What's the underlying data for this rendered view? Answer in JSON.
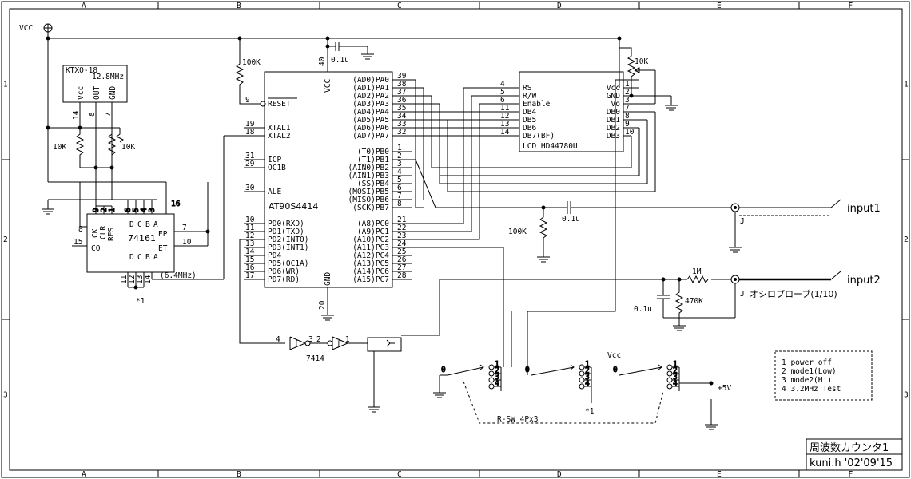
{
  "border": {
    "columns": [
      "A",
      "B",
      "C",
      "D",
      "E",
      "F"
    ],
    "rows": [
      "1",
      "2",
      "3"
    ]
  },
  "title_block": {
    "title": "周波数カウンタ1",
    "author_date": "kuni.h '02'09'15"
  },
  "power": {
    "vcc": "VCC",
    "vcc_switch": "Vcc",
    "plus5v": "+5V"
  },
  "crystal": {
    "name": "KTXO-18",
    "freq": "12.8MHz",
    "pins": [
      "Vcc",
      "OUT",
      "GND"
    ],
    "pin_nums": [
      "14",
      "8",
      "7"
    ]
  },
  "counter": {
    "name": "74161",
    "left_pins": [
      "CK",
      "CLR",
      "RES"
    ],
    "top_pins": [
      "9",
      "2",
      "1",
      "6",
      "5",
      "4",
      "3",
      "16"
    ],
    "right_pins": [
      "EP",
      "ET"
    ],
    "right_nums": [
      "7",
      "10"
    ],
    "co": "CO",
    "co_num": "15",
    "data_pins": [
      "D",
      "C",
      "B",
      "A"
    ],
    "q_pins": [
      "D",
      "C",
      "B",
      "A"
    ],
    "bottom_nums": [
      "11",
      "12",
      "13",
      "14"
    ],
    "pin8": "8",
    "out_label": "(6.4MHz)",
    "star": "*1"
  },
  "resistors": {
    "r100k_pullup": "100K",
    "r10k_a": "10K",
    "r10k_b": "10K",
    "pot": "10K",
    "r100k_in": "100K",
    "r1m": "1M",
    "r470k": "470K"
  },
  "capacitors": {
    "c_vcc": "0.1u",
    "c_in1": "0.1u",
    "c_in2": "0.1u"
  },
  "mcu": {
    "name": "AT90S4414",
    "vcc_label": "VCC",
    "vcc_pin": "40",
    "gnd_label": "GND",
    "gnd_pin": "20",
    "left_pins": [
      {
        "num": "9",
        "name": "RESET"
      },
      {
        "num": "19",
        "name": "XTAL1"
      },
      {
        "num": "18",
        "name": "XTAL2"
      },
      {
        "num": "31",
        "name": "ICP"
      },
      {
        "num": "29",
        "name": "OC1B"
      },
      {
        "num": "30",
        "name": "ALE"
      },
      {
        "num": "10",
        "name": "PD0(RXD)"
      },
      {
        "num": "11",
        "name": "PD1(TXD)"
      },
      {
        "num": "12",
        "name": "PD2(INT0)"
      },
      {
        "num": "13",
        "name": "PD3(INT1)"
      },
      {
        "num": "14",
        "name": "PD4"
      },
      {
        "num": "15",
        "name": "PD5(OC1A)"
      },
      {
        "num": "16",
        "name": "PD6(WR)"
      },
      {
        "num": "17",
        "name": "PD7(RD)"
      }
    ],
    "right_pins": [
      {
        "num": "39",
        "name": "(AD0)PA0"
      },
      {
        "num": "38",
        "name": "(AD1)PA1"
      },
      {
        "num": "37",
        "name": "(AD2)PA2"
      },
      {
        "num": "36",
        "name": "(AD3)PA3"
      },
      {
        "num": "35",
        "name": "(AD4)PA4"
      },
      {
        "num": "34",
        "name": "(AD5)PA5"
      },
      {
        "num": "33",
        "name": "(AD6)PA6"
      },
      {
        "num": "32",
        "name": "(AD7)PA7"
      },
      {
        "num": "1",
        "name": "(T0)PB0"
      },
      {
        "num": "2",
        "name": "(T1)PB1"
      },
      {
        "num": "3",
        "name": "(AIN0)PB2"
      },
      {
        "num": "4",
        "name": "(AIN1)PB3"
      },
      {
        "num": "5",
        "name": "(SS)PB4"
      },
      {
        "num": "6",
        "name": "(MOSI)PB5"
      },
      {
        "num": "7",
        "name": "(MISO)PB6"
      },
      {
        "num": "8",
        "name": "(SCK)PB7"
      },
      {
        "num": "21",
        "name": "(A8)PC0"
      },
      {
        "num": "22",
        "name": "(A9)PC1"
      },
      {
        "num": "23",
        "name": "(A10)PC2"
      },
      {
        "num": "24",
        "name": "(A11)PC3"
      },
      {
        "num": "25",
        "name": "(A12)PC4"
      },
      {
        "num": "26",
        "name": "(A13)PC5"
      },
      {
        "num": "27",
        "name": "(A14)PC6"
      },
      {
        "num": "28",
        "name": "(A15)PC7"
      }
    ]
  },
  "lcd": {
    "name": "LCD HD44780U",
    "left_pins": [
      {
        "num": "4",
        "name": "RS"
      },
      {
        "num": "5",
        "name": "R/W"
      },
      {
        "num": "6",
        "name": "Enable"
      },
      {
        "num": "11",
        "name": "DB4"
      },
      {
        "num": "12",
        "name": "DB5"
      },
      {
        "num": "13",
        "name": "DB6"
      },
      {
        "num": "14",
        "name": "DB7(BF)"
      }
    ],
    "right_pins": [
      {
        "num": "1",
        "name": "Vcc"
      },
      {
        "num": "2",
        "name": "GND"
      },
      {
        "num": "3",
        "name": "Vo"
      },
      {
        "num": "7",
        "name": "DB0"
      },
      {
        "num": "8",
        "name": "DB1"
      },
      {
        "num": "9",
        "name": "DB2"
      },
      {
        "num": "10",
        "name": "DB3"
      }
    ]
  },
  "inverter": {
    "name": "7414",
    "pins": [
      "4",
      "3",
      "2",
      "1"
    ]
  },
  "inputs": {
    "input1": "input1",
    "input2": "input2",
    "j1": "J",
    "j2": "J",
    "probe": "オシロプローブ(1/10)"
  },
  "switch": {
    "name": "R-SW 4Px3",
    "common": "0",
    "positions": [
      "1",
      "2",
      "3",
      "4"
    ],
    "star": "*1"
  },
  "legend": {
    "items": [
      "1 power off",
      "2 mode1(Low)",
      "3 mode2(Hi)",
      "4 3.2MHz Test"
    ]
  }
}
